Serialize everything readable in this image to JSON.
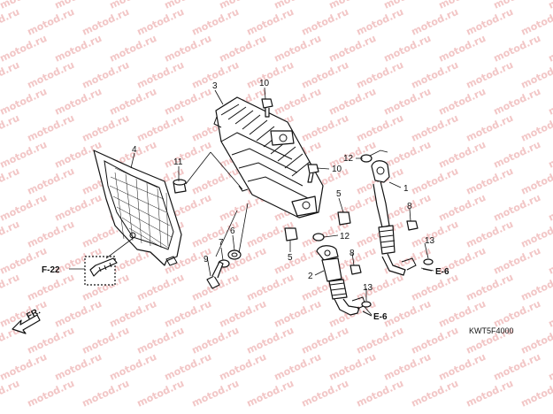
{
  "watermark": "motod.ru",
  "diagram_code": "KWT5F4000",
  "direction_label": "FR.",
  "references": {
    "frame": "F-22",
    "engine_a": "E-6",
    "engine_b": "E-6"
  },
  "callouts": [
    "1",
    "2",
    "3",
    "4",
    "5",
    "5",
    "6",
    "7",
    "8",
    "8",
    "9",
    "10",
    "10",
    "11",
    "12",
    "12",
    "13",
    "13"
  ],
  "colors": {
    "watermark": "#f2c6c6",
    "line": "#111111"
  }
}
